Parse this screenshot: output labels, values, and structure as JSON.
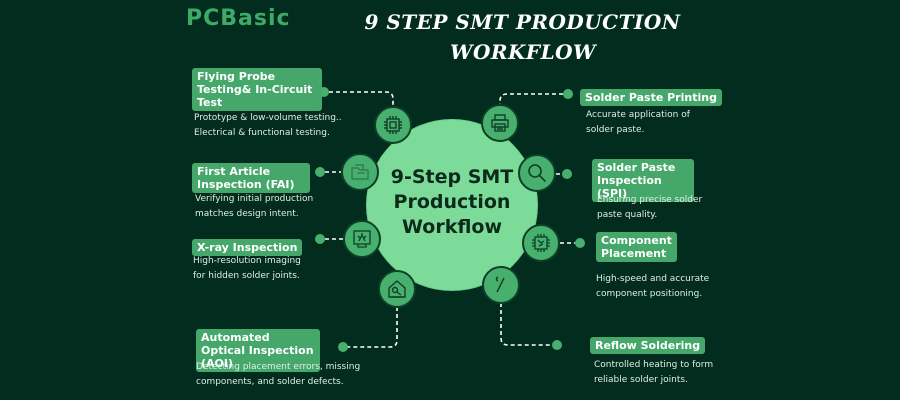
{
  "header": {
    "logo": "PCBasic",
    "title_line1": "9 STEP  SMT PRODUCTION",
    "title_line2": "WORKFLOW"
  },
  "center": {
    "line1": "9-Step SMT",
    "line2": "Production",
    "line3": "Workflow"
  },
  "steps_left": [
    {
      "label": "Flying Probe Testing& In-Circuit Test",
      "desc_line1": "Prototype & low-volume testing..",
      "desc_line2": "Electrical & functional testing.",
      "icon": "chip-icon"
    },
    {
      "label": "First Article Inspection (FAI)",
      "desc_line1": "Verifying initial production",
      "desc_line2": "matches design intent.",
      "icon": "folder-icon"
    },
    {
      "label": "X-ray Inspection",
      "desc_line1": "High-resolution imaging",
      "desc_line2": "for hidden solder joints.",
      "icon": "xray-icon"
    },
    {
      "label": "Automated Optical Inspection (AOI)",
      "desc_line1": "Detecting placement errors, missing",
      "desc_line2": "components, and solder defects.",
      "icon": "house-magnifier-icon"
    }
  ],
  "steps_right": [
    {
      "label": "Solder Paste Printing",
      "desc_line1": "Accurate application of",
      "desc_line2": "solder paste.",
      "icon": "printer-icon"
    },
    {
      "label": "Solder Paste Inspection (SPI)",
      "desc_line1": "Ensuring precise solder",
      "desc_line2": "paste quality.",
      "icon": "magnifier-icon"
    },
    {
      "label": "Component Placement",
      "desc_line1": "High-speed and accurate",
      "desc_line2": "component positioning.",
      "icon": "circuit-icon"
    },
    {
      "label": "Reflow Soldering",
      "desc_line1": "Controlled heating to form",
      "desc_line2": "reliable solder joints.",
      "icon": "soldering-iron-icon"
    }
  ],
  "colors": {
    "background": "#022d1e",
    "accent": "#45a86a",
    "center": "#7ddb9a",
    "text_light": "#dfeee5"
  }
}
